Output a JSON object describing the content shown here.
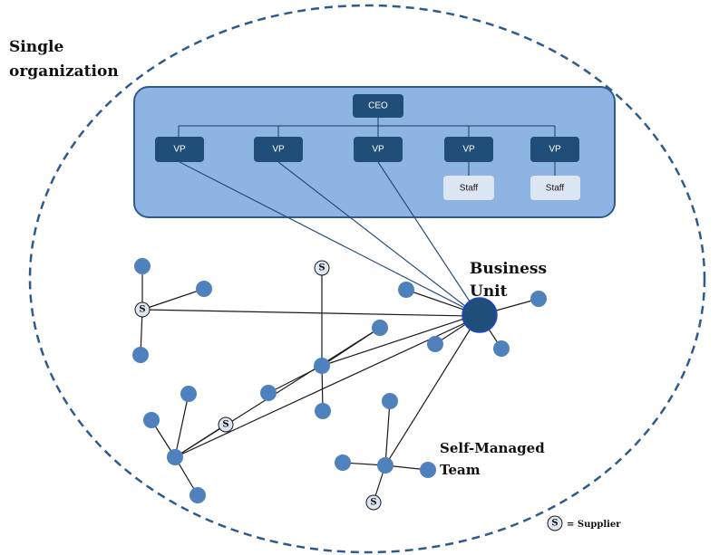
{
  "org_label_line1": "Single",
  "org_label_line2": "organization",
  "hierarchy": {
    "ceo": "CEO",
    "vp_label": "VP",
    "staff_label": "Staff"
  },
  "business_unit_line1": "Business",
  "business_unit_line2": "Unit",
  "self_managed_line1": "Self-Managed",
  "self_managed_line2": "Team",
  "supplier_symbol": "S",
  "legend_text": "= Supplier",
  "colors": {
    "panel_fill": "#8eb4e3",
    "panel_border": "#2f5b8c",
    "box_fill": "#1f4e79",
    "staff_fill": "#dde7f3",
    "node_fill": "#4f81bd",
    "hub_fill": "#1f4e79",
    "line": "#1f3a5f",
    "dashed": "#2f5b8c"
  }
}
